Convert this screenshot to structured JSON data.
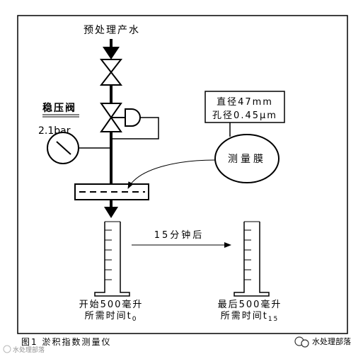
{
  "diagram": {
    "inlet_label": "预处理产水",
    "regulator_label": "稳压阀",
    "gauge_label": "2.1bar",
    "filter_spec_line1": "直径47mm",
    "filter_spec_line2": "孔径0.45μm",
    "membrane_label": "测量膜",
    "transfer_label": "15分钟后",
    "left_cylinder_line1": "开始500毫升",
    "left_cylinder_line2": "所需时间t",
    "left_cylinder_subscript": "0",
    "right_cylinder_line1": "最后500毫升",
    "right_cylinder_line2": "所需时间t",
    "right_cylinder_subscript": "15",
    "caption": "图1 淤积指数测量仪",
    "watermark_left": "水处理部落",
    "watermark_right": "水处理部落"
  }
}
